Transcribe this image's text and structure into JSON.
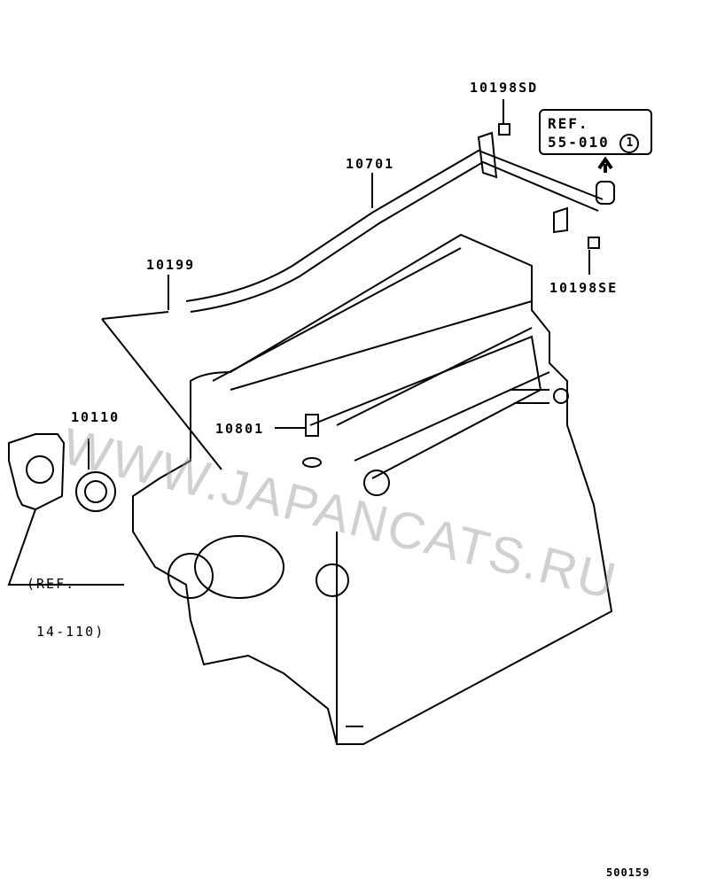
{
  "parts": {
    "p10198sd": "10198SD",
    "p10701": "10701",
    "p10199": "10199",
    "p10198se": "10198SE",
    "p10110": "10110",
    "p10801": "10801"
  },
  "ref_box": {
    "line1": "REF.",
    "line2": "55-010",
    "circled": "1"
  },
  "ref_thermo": {
    "line1": "(REF.",
    "line2": " 14-110)"
  },
  "watermark": "WWW.JAPANCATS.RU",
  "diagram_id": "500159"
}
